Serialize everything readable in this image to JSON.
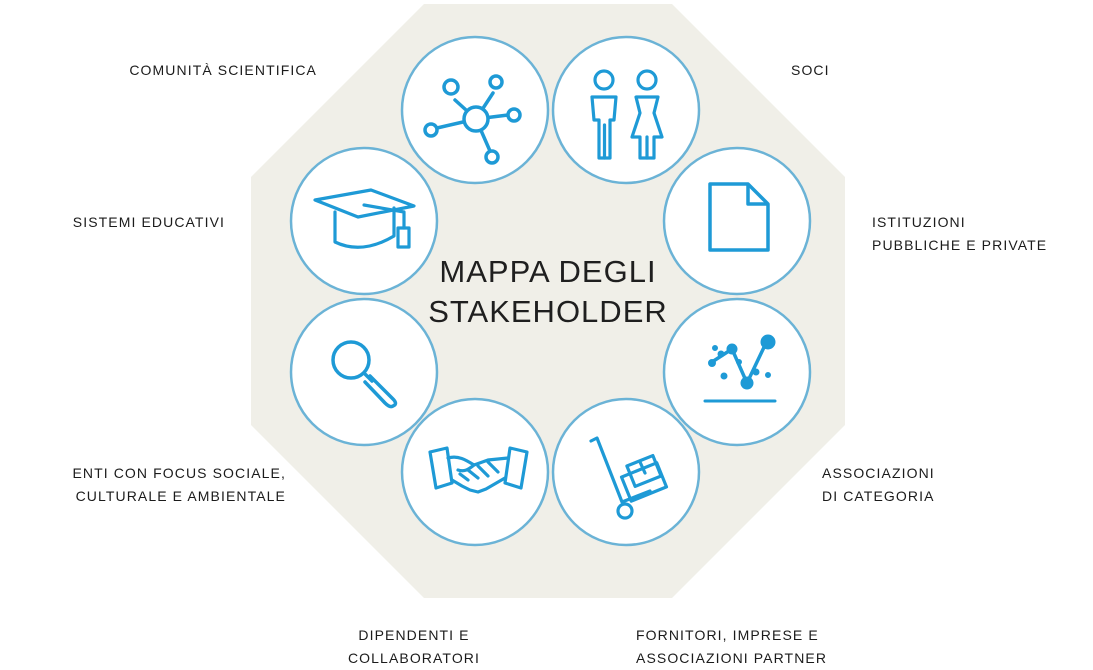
{
  "title": {
    "line1": "MAPPA DEGLI",
    "line2": "STAKEHOLDER"
  },
  "colors": {
    "octagon_fill": "#f0efe8",
    "circle_stroke": "#6bb3d6",
    "icon_blue": "#1e9ad6",
    "text": "#1b1b1b"
  },
  "stakeholders": [
    {
      "id": "comunita-scientifica",
      "icon": "network-icon",
      "line1": "COMUNITÀ SCIENTIFICA",
      "line2": ""
    },
    {
      "id": "soci",
      "icon": "people-icon",
      "line1": "SOCI",
      "line2": ""
    },
    {
      "id": "istituzioni",
      "icon": "document-icon",
      "line1": "ISTITUZIONI",
      "line2": "PUBBLICHE E PRIVATE"
    },
    {
      "id": "associazioni-categoria",
      "icon": "chart-icon",
      "line1": "ASSOCIAZIONI",
      "line2": "DI CATEGORIA"
    },
    {
      "id": "fornitori",
      "icon": "hand-truck-icon",
      "line1": "FORNITORI, IMPRESE E",
      "line2": "ASSOCIAZIONI PARTNER"
    },
    {
      "id": "dipendenti",
      "icon": "handshake-icon",
      "line1": "DIPENDENTI E",
      "line2": "COLLABORATORI"
    },
    {
      "id": "enti",
      "icon": "magnifier-icon",
      "line1": "ENTI CON FOCUS SOCIALE,",
      "line2": "CULTURALE E AMBIENTALE"
    },
    {
      "id": "sistemi-educativi",
      "icon": "graduation-cap-icon",
      "line1": "SISTEMI EDUCATIVI",
      "line2": ""
    }
  ]
}
